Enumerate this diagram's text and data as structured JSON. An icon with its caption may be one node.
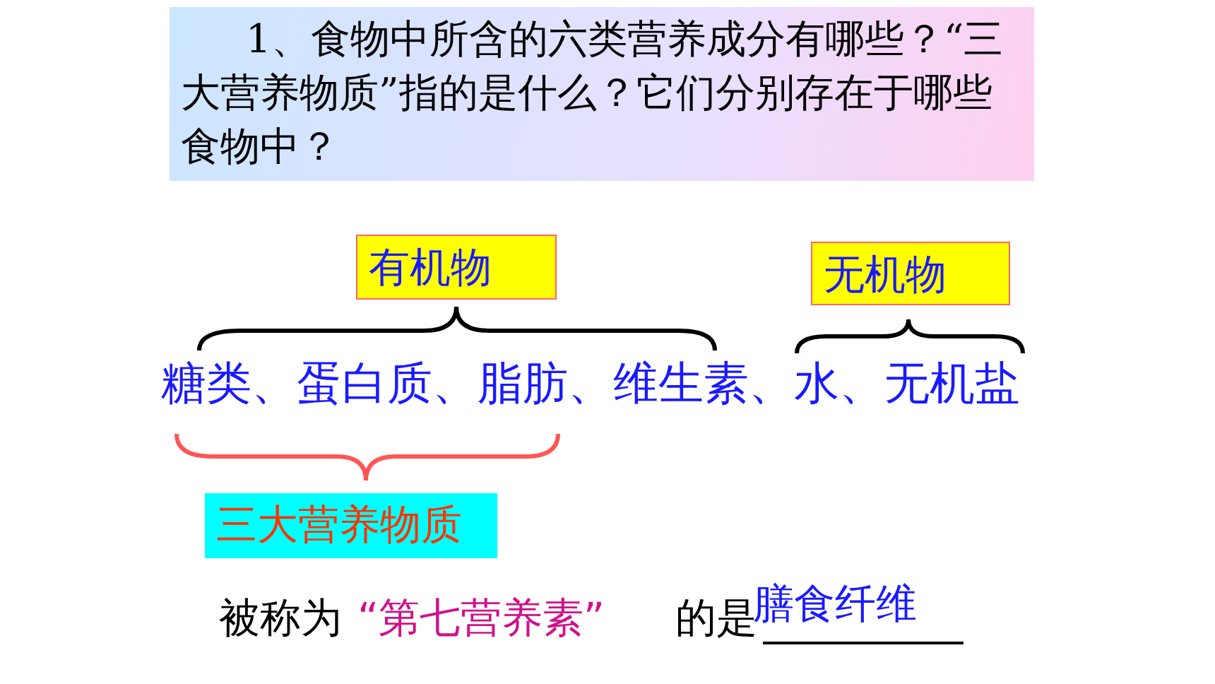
{
  "diagram": {
    "nodes": [
      {
        "text": [
          "1、食物中所含的六类营养成分有哪些？“三大营养物质”指的是什么？它们分别存在于哪些食物中？"
        ]
      },
      {
        "text": [
          "有机物"
        ]
      },
      {
        "text": [
          "无机物"
        ]
      },
      {
        "text": [
          "三大营养物质"
        ]
      }
    ],
    "labels": [
      "糖类、蛋白质、脂肪、维生素、水、无机盐",
      "被称为",
      "“第七营养素”",
      "的是",
      "膳食纤维"
    ]
  }
}
